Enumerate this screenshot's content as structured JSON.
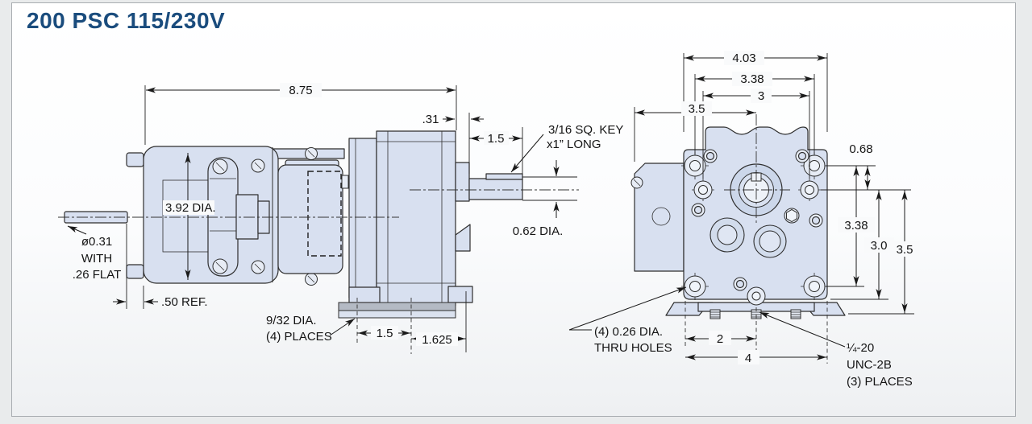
{
  "title": "200 PSC 115/230V",
  "colors": {
    "accent": "#1a4c7d",
    "body_fill": "#d8e0f0",
    "line": "#2e2e2e",
    "background": "#e9ebec"
  },
  "side_view": {
    "overall_length": "8.75",
    "shaft_boss_depth": ".31",
    "shaft_length": "1.5",
    "key_note_line1": "3/16 SQ. KEY",
    "key_note_line2": "x1” LONG",
    "motor_diameter": "3.92 DIA.",
    "output_shaft_diameter": "0.62 DIA.",
    "input_shaft_note_line1": "ø0.31",
    "input_shaft_note_line2": "WITH",
    "input_shaft_note_line3": ".26 FLAT",
    "base_ref": ".50 REF.",
    "base_holes_note_line1": "9/32 DIA.",
    "base_holes_note_line2": "(4) PLACES",
    "base_hole_spacing": "1.5",
    "base_edge_offset": "1.625"
  },
  "end_view": {
    "overall_width": "4.03",
    "bolt_circle_width": "3.38",
    "inner_hole_spacing": "3",
    "motor_to_centerline": "3.5",
    "hole_row_offset": "0.68",
    "bolt_circle_height": "3.38",
    "body_height": "3.0",
    "overall_height": "3.5",
    "thru_holes_note_line1": "(4) 0.26 DIA.",
    "thru_holes_note_line2": "THRU HOLES",
    "stud_spacing": "2",
    "stud_span": "4",
    "thread_note_line1": "¼-20",
    "thread_note_line2": "UNC-2B",
    "thread_note_line3": "(3) PLACES"
  }
}
